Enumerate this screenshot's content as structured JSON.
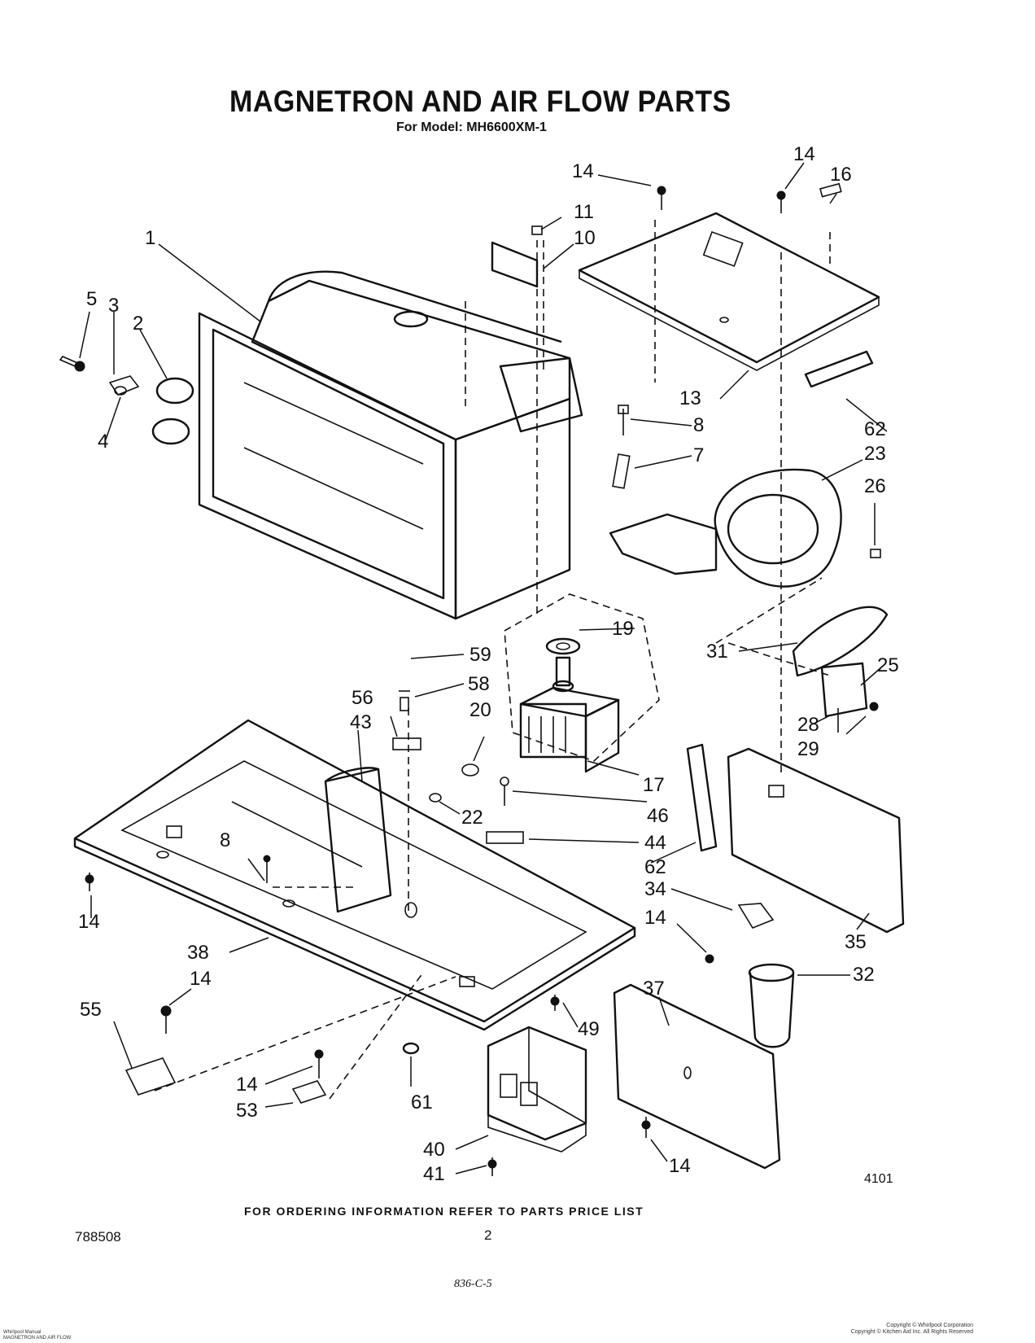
{
  "header": {
    "title": "MAGNETRON AND AIR FLOW PARTS",
    "model_line": "For Model: MH6600XM-1"
  },
  "footer": {
    "ordering_note": "FOR ORDERING INFORMATION REFER TO PARTS PRICE LIST",
    "doc_number": "788508",
    "page_number": "2",
    "figure_code": "4101",
    "handwritten_mark": "836-C-5",
    "copyright_lines": [
      "Copyright © Whirlpool Corporation",
      "Copyright © Kitchen Aid Inc. All Rights Reserved"
    ],
    "credit_lines": [
      "Whirlpool Manual",
      "MAGNETRON AND AIR FLOW"
    ]
  },
  "callouts": [
    {
      "id": "c1",
      "label": "1"
    },
    {
      "id": "c2",
      "label": "2"
    },
    {
      "id": "c3",
      "label": "3"
    },
    {
      "id": "c4",
      "label": "4"
    },
    {
      "id": "c5",
      "label": "5"
    },
    {
      "id": "c7",
      "label": "7"
    },
    {
      "id": "c8a",
      "label": "8"
    },
    {
      "id": "c8b",
      "label": "8"
    },
    {
      "id": "c10",
      "label": "10"
    },
    {
      "id": "c11",
      "label": "11"
    },
    {
      "id": "c13",
      "label": "13"
    },
    {
      "id": "c14a",
      "label": "14"
    },
    {
      "id": "c14b",
      "label": "14"
    },
    {
      "id": "c14c",
      "label": "14"
    },
    {
      "id": "c14d",
      "label": "14"
    },
    {
      "id": "c14e",
      "label": "14"
    },
    {
      "id": "c14f",
      "label": "14"
    },
    {
      "id": "c14g",
      "label": "14"
    },
    {
      "id": "c16",
      "label": "16"
    },
    {
      "id": "c17",
      "label": "17"
    },
    {
      "id": "c19",
      "label": "19"
    },
    {
      "id": "c20",
      "label": "20"
    },
    {
      "id": "c22",
      "label": "22"
    },
    {
      "id": "c23",
      "label": "23"
    },
    {
      "id": "c25",
      "label": "25"
    },
    {
      "id": "c26",
      "label": "26"
    },
    {
      "id": "c28",
      "label": "28"
    },
    {
      "id": "c29",
      "label": "29"
    },
    {
      "id": "c31",
      "label": "31"
    },
    {
      "id": "c32",
      "label": "32"
    },
    {
      "id": "c34",
      "label": "34"
    },
    {
      "id": "c35",
      "label": "35"
    },
    {
      "id": "c37",
      "label": "37"
    },
    {
      "id": "c38",
      "label": "38"
    },
    {
      "id": "c40",
      "label": "40"
    },
    {
      "id": "c41",
      "label": "41"
    },
    {
      "id": "c43",
      "label": "43"
    },
    {
      "id": "c44",
      "label": "44"
    },
    {
      "id": "c46",
      "label": "46"
    },
    {
      "id": "c49",
      "label": "49"
    },
    {
      "id": "c53",
      "label": "53"
    },
    {
      "id": "c55",
      "label": "55"
    },
    {
      "id": "c56",
      "label": "56"
    },
    {
      "id": "c58",
      "label": "58"
    },
    {
      "id": "c59",
      "label": "59"
    },
    {
      "id": "c61",
      "label": "61"
    },
    {
      "id": "c62a",
      "label": "62"
    },
    {
      "id": "c62b",
      "label": "62"
    }
  ]
}
